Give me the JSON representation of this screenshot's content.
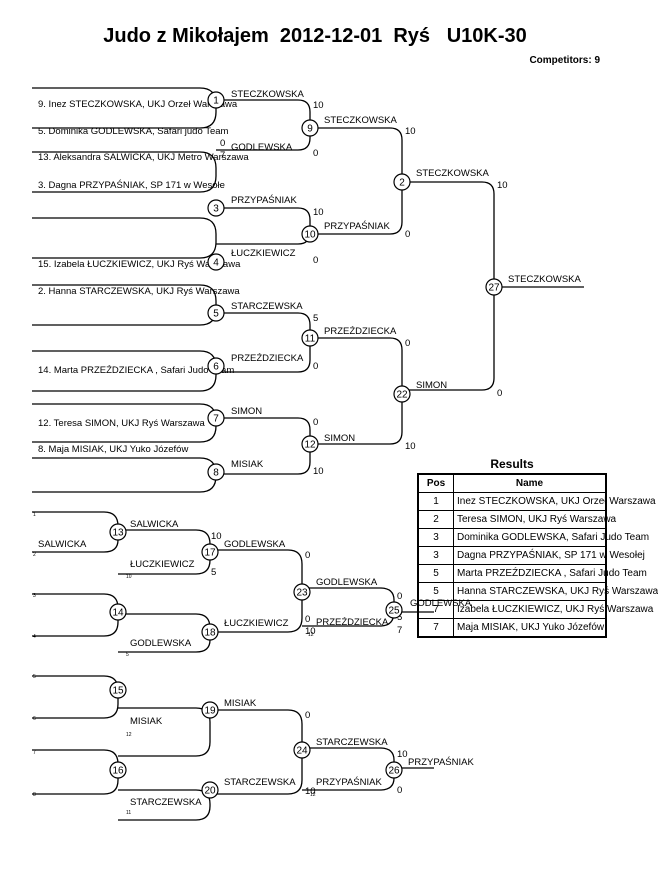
{
  "header": {
    "title": "Judo z Mikołajem  2012-12-01  Ryś   U10K-30",
    "competitors": "Competitors: 9"
  },
  "entrants": [
    "9. Inez STECZKOWSKA, UKJ Orzeł Warszawa",
    "5. Dominika GODLEWSKA, Safari judo Team",
    "13. Aleksandra SALWICKA, UKJ Metro Warszawa",
    "3. Dagna PRZYPAŚNIAK, SP 171 w Wesołe",
    "15. Izabela ŁUCZKIEWICZ, UKJ Ryś Warszawa",
    "2. Hanna STARCZEWSKA, UKJ Ryś Warszawa",
    "14. Marta PRZEŹDZIECKA , Safari Judo Team",
    "12. Teresa SIMON, UKJ Ryś Warszawa",
    "8. Maja MISIAK, UKJ Yuko Józefów"
  ],
  "names": [
    "STECZKOWSKA",
    "GODLEWSKA",
    "PRZYPAŚNIAK",
    "ŁUCZKIEWICZ",
    "STARCZEWSKA",
    "PRZEŹDZIECKA",
    "SIMON",
    "MISIAK",
    "STECZKOWSKA",
    "PRZYPAŚNIAK",
    "PRZEŹDZIECKA",
    "SIMON",
    "STECZKOWSKA",
    "SIMON",
    "STECZKOWSKA",
    "SALWICKA",
    "SALWICKA",
    "ŁUCZKIEWICZ",
    "GODLEWSKA",
    "ŁUCZKIEWICZ",
    "GODLEWSKA",
    "GODLEWSKA",
    "PRZEŹDZIECKA",
    "GODLEWSKA",
    "MISIAK",
    "MISIAK",
    "STARCZEWSKA",
    "STARCZEWSKA",
    "STARCZEWSKA",
    "PRZYPAŚNIAK",
    "PRZYPAŚNIAK"
  ],
  "scores": [
    "10",
    "0",
    "10",
    "0",
    "5",
    "0",
    "0",
    "10",
    "10",
    "0",
    "0",
    "10",
    "10",
    "0",
    "10",
    "5",
    "0",
    "10",
    "0",
    "7",
    "0",
    "10",
    "10",
    "0",
    "0",
    "7",
    "0",
    "5"
  ],
  "matches": [
    "1",
    "2",
    "3",
    "4",
    "5",
    "6",
    "7",
    "8",
    "9",
    "10",
    "11",
    "12",
    "13",
    "14",
    "15",
    "16",
    "17",
    "18",
    "19",
    "20",
    "22",
    "23",
    "24",
    "25",
    "26",
    "27"
  ],
  "seed_marks": [
    "1",
    "2",
    "3",
    "4",
    "5",
    "6",
    "7",
    "8",
    "10",
    "5",
    "12",
    "11",
    "12",
    "12"
  ],
  "results": {
    "title": "Results",
    "columns": {
      "pos": "Pos",
      "name": "Name"
    },
    "rows": [
      {
        "pos": "1",
        "name": "Inez STECZKOWSKA, UKJ Orzeł Warszawa"
      },
      {
        "pos": "2",
        "name": "Teresa SIMON, UKJ Ryś Warszawa"
      },
      {
        "pos": "3",
        "name": "Dominika GODLEWSKA, Safari Judo Team"
      },
      {
        "pos": "3",
        "name": "Dagna PRZYPAŚNIAK, SP 171 w Wesołej"
      },
      {
        "pos": "5",
        "name": "Marta PRZEŹDZIECKA , Safari Judo Team"
      },
      {
        "pos": "5",
        "name": "Hanna STARCZEWSKA, UKJ Ryś Warszawa"
      },
      {
        "pos": "7",
        "name": "Izabela ŁUCZKIEWICZ, UKJ Ryś Warszawa"
      },
      {
        "pos": "7",
        "name": "Maja MISIAK, UKJ Yuko Józefów"
      }
    ]
  }
}
